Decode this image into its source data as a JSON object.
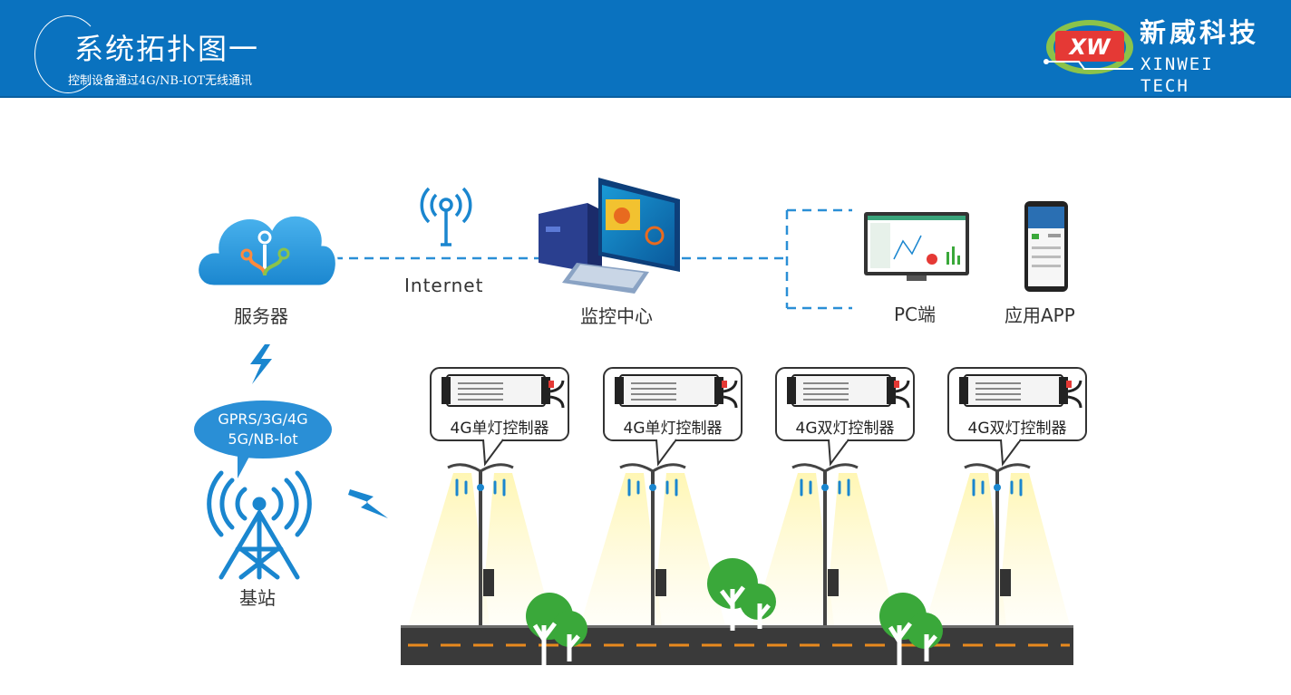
{
  "header": {
    "title": "系统拓扑图一",
    "subtitle": "控制设备通过4G/NB-IOT无线通讯",
    "logo_cn": "新威科技",
    "logo_en": "XINWEI TECH",
    "logo_mark": "XW"
  },
  "nodes": {
    "server": "服务器",
    "internet": "Internet",
    "monitor_center": "监控中心",
    "pc": "PC端",
    "app": "应用APP",
    "network_line1": "GPRS/3G/4G",
    "network_line2": "5G/NB-lot",
    "base_station": "基站"
  },
  "controllers": [
    {
      "label": "4G单灯控制器"
    },
    {
      "label": "4G单灯控制器"
    },
    {
      "label": "4G双灯控制器"
    },
    {
      "label": "4G双灯控制器"
    }
  ],
  "colors": {
    "header_blue": "#0a72bf",
    "link_dash": "#2a8fd6",
    "tree_green": "#3aa83a",
    "road": "#3a3a3a"
  }
}
